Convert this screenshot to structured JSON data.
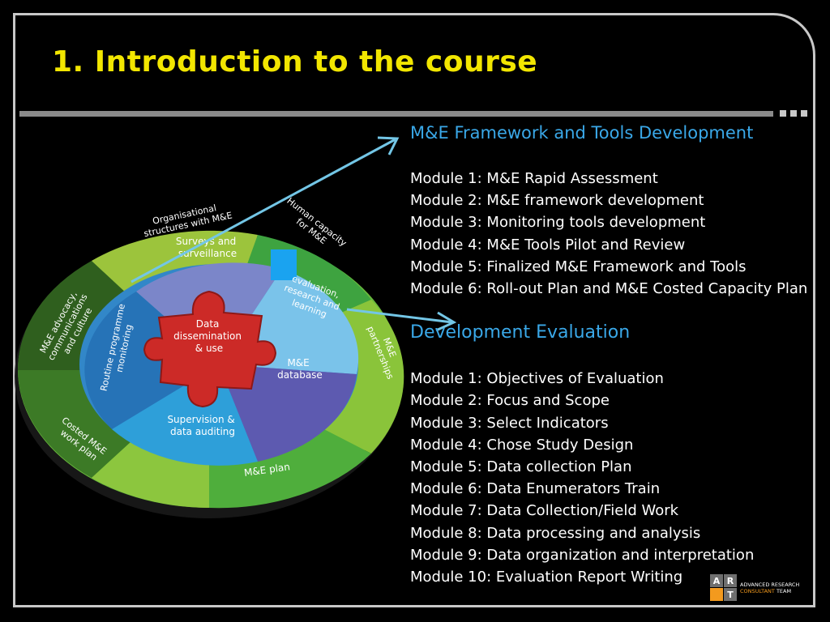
{
  "slide": {
    "title": "1. Introduction to the course"
  },
  "diagram": {
    "outer_ring": {
      "organisational": [
        "Organisational",
        "structures with M&E"
      ],
      "human_capacity": [
        "Human capacity",
        "for M&E"
      ],
      "partnerships": [
        "M&E",
        "partnerships"
      ],
      "me_plan": "M&E plan",
      "costed": [
        "Costed M&E",
        "work plan"
      ],
      "advocacy": [
        "M&E advocacy,",
        "communications",
        "and culture"
      ]
    },
    "middle_ring": {
      "routine": [
        "Routine programme",
        "monitoring"
      ],
      "surveys": [
        "Surveys and",
        "surveillance"
      ],
      "evaluation": [
        "evaluation,",
        "research  and",
        "learning"
      ],
      "database": [
        "M&E",
        "database"
      ],
      "supervision": [
        "Supervision &",
        "data auditing"
      ]
    },
    "center": [
      "Data",
      "dissemination",
      "& use"
    ],
    "colors": {
      "outer_green": "#69b83c",
      "light_green": "#9cc43c",
      "dark_green": "#2f5f1e",
      "blue": "#3287c8",
      "light_blue": "#7ac3ea",
      "purple": "#5d5ab0",
      "red": "#cc2a27",
      "arrow": "#73c6e6"
    }
  },
  "framework": {
    "heading": "M&E Framework and Tools Development",
    "modules": [
      "Module 1: M&E Rapid Assessment",
      "Module 2: M&E framework development",
      "Module 3: Monitoring tools development",
      "Module 4: M&E Tools Pilot and Review",
      "Module 5: Finalized M&E Framework and Tools",
      "Module 6: Roll-out Plan and M&E Costed Capacity Plan"
    ]
  },
  "evaluation": {
    "heading": "Development Evaluation",
    "modules": [
      "Module 1: Objectives of Evaluation",
      "Module 2: Focus and Scope",
      "Module 3: Select Indicators",
      "Module 4: Chose Study Design",
      "Module 5: Data collection Plan",
      "Module 6: Data Enumerators Train",
      "Module 7: Data Collection/Field Work",
      "Module 8: Data processing and analysis",
      "Module 9: Data organization and interpretation",
      "Module 10: Evaluation Report Writing"
    ]
  },
  "logo": {
    "letters": [
      "A",
      "R",
      "",
      "T"
    ],
    "line1": "ADVANCED RESEARCH",
    "line2_orange": "CONSULTANT",
    "line2_white": " TEAM"
  }
}
